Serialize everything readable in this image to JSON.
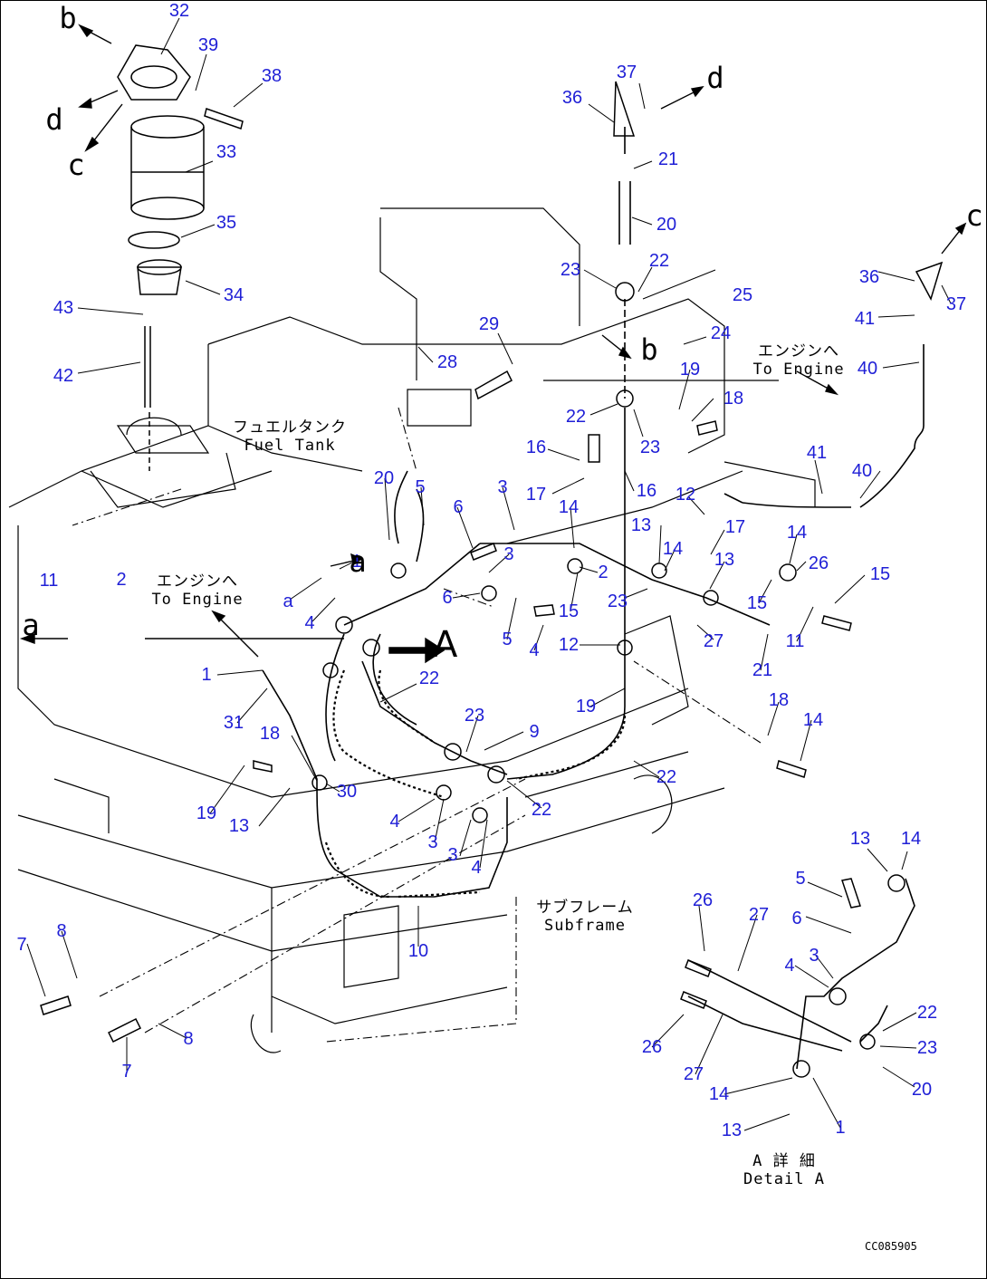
{
  "part_color": "#1f1fd6",
  "labels": [
    "32",
    "39",
    "38",
    "33",
    "35",
    "34",
    "43",
    "42",
    "37",
    "36",
    "21",
    "20",
    "23",
    "22",
    "25",
    "24",
    "28",
    "29",
    "19",
    "18",
    "22",
    "23",
    "16",
    "17",
    "16",
    "12",
    "17",
    "13",
    "14",
    "13",
    "14",
    "26",
    "15",
    "15",
    "27",
    "11",
    "21",
    "20",
    "5",
    "6",
    "3",
    "3",
    "14",
    "2",
    "a",
    "1",
    "4",
    "6",
    "5",
    "4",
    "15",
    "23",
    "12",
    "11",
    "2",
    "1",
    "31",
    "22",
    "23",
    "9",
    "22",
    "19",
    "18",
    "14",
    "18",
    "19",
    "13",
    "30",
    "4",
    "3",
    "3",
    "4",
    "22",
    "7",
    "8",
    "7",
    "8",
    "10",
    "13",
    "14",
    "5",
    "6",
    "4",
    "3",
    "26",
    "27",
    "26",
    "27",
    "22",
    "23",
    "20",
    "14",
    "13",
    "1",
    "36",
    "37",
    "41",
    "40",
    "41",
    "40"
  ],
  "letters": [
    "b",
    "d",
    "c",
    "d",
    "b",
    "c",
    "a",
    "a"
  ],
  "arrow_label": "A",
  "notes": {
    "fuel_tank": [
      "フュエルタンク",
      "Fuel Tank"
    ],
    "engine_1": [
      "エンジンへ",
      "To Engine"
    ],
    "engine_2": [
      "エンジンへ",
      "To Engine"
    ],
    "subframe": [
      "サブフレーム",
      "Subframe"
    ],
    "detail": [
      "A 詳 細",
      "Detail A"
    ]
  },
  "drawing_code": "CC085905"
}
